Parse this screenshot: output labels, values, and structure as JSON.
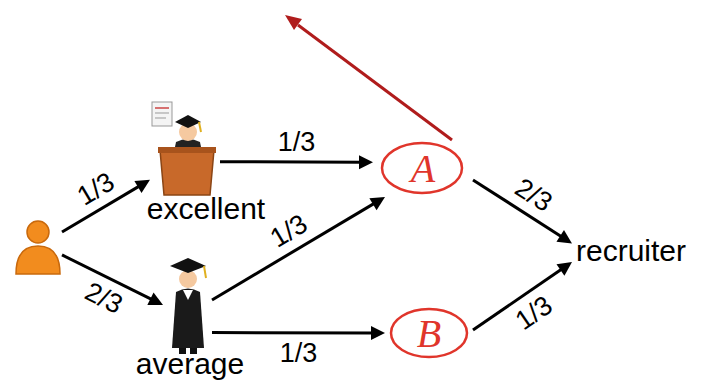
{
  "diagram": {
    "nodes": [
      {
        "text": []
      },
      {
        "text": [
          "excellent"
        ]
      },
      {
        "text": [
          "average"
        ]
      },
      {
        "text": [
          "A"
        ]
      },
      {
        "text": [
          "B"
        ]
      },
      {
        "text": [
          "recruiter"
        ]
      }
    ],
    "edges": [
      {
        "from": 0,
        "to": 1,
        "arrow": "to",
        "label": "1/3"
      },
      {
        "from": 0,
        "to": 2,
        "arrow": "to",
        "label": "2/3"
      },
      {
        "from": 1,
        "to": 3,
        "arrow": "to",
        "label": "1/3"
      },
      {
        "from": 2,
        "to": 3,
        "arrow": "to",
        "label": "1/3"
      },
      {
        "from": 2,
        "to": 4,
        "arrow": "to",
        "label": "1/3"
      },
      {
        "from": 3,
        "to": 5,
        "arrow": "to",
        "label": "2/3"
      },
      {
        "from": 4,
        "to": 5,
        "arrow": "to",
        "label": "1/3"
      }
    ]
  }
}
